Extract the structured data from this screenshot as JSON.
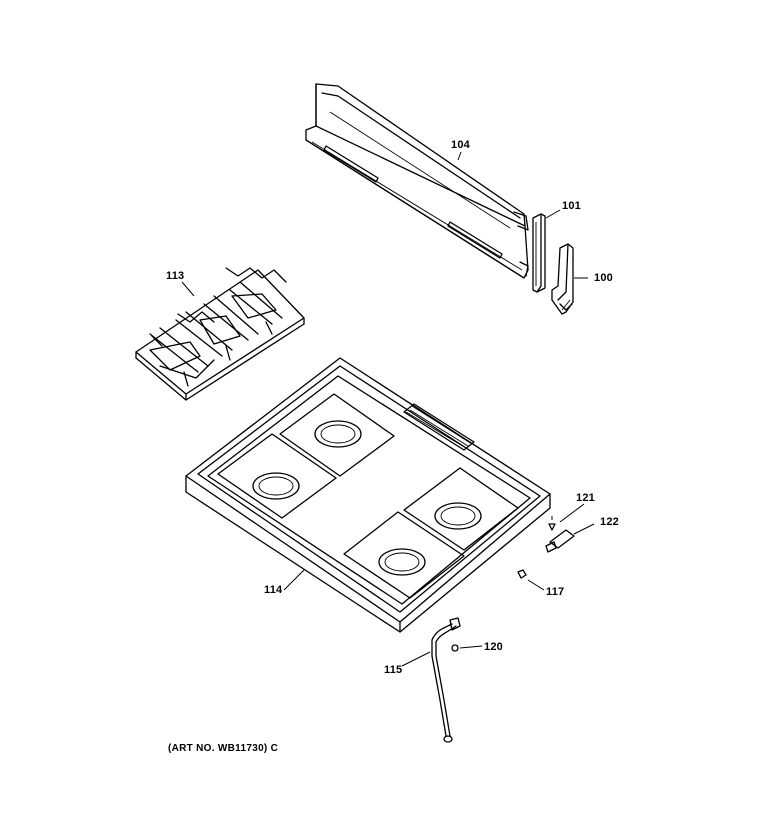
{
  "parts": {
    "backguard": "104",
    "end_cap": "101",
    "bracket": "100",
    "grate": "113",
    "cooktop": "114",
    "screw": "121",
    "clip": "122",
    "nut": "117",
    "tube": "115",
    "tube_clip": "120"
  },
  "caption": "(ART NO. WB11730) C"
}
